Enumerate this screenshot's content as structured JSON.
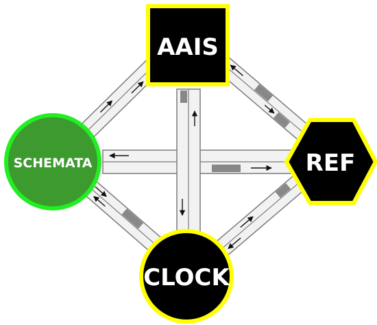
{
  "diagram": {
    "nodes": {
      "aais": {
        "label": "AAIS",
        "shape": "square",
        "fill": "#000000",
        "stroke": "#ffff00"
      },
      "ref": {
        "label": "REF",
        "shape": "hexagon",
        "fill": "#000000",
        "stroke": "#ffff00"
      },
      "schemata": {
        "label": "SCHEMATA",
        "shape": "circle",
        "fill": "#3c9a2f",
        "stroke": "#22ee22"
      },
      "clock": {
        "label": "CLOCK",
        "shape": "circle",
        "fill": "#000000",
        "stroke": "#ffff00"
      }
    },
    "edges": [
      {
        "from": "schemata",
        "to": "aais",
        "style": "double-track-channel"
      },
      {
        "from": "aais",
        "to": "ref",
        "style": "double-track-channel"
      },
      {
        "from": "schemata",
        "to": "ref",
        "style": "double-track-channel"
      },
      {
        "from": "aais",
        "to": "clock",
        "style": "double-track-channel"
      },
      {
        "from": "schemata",
        "to": "clock",
        "style": "double-track-channel"
      },
      {
        "from": "clock",
        "to": "ref",
        "style": "double-track-channel"
      }
    ],
    "colors": {
      "channel_fill": "#f2f2f2",
      "channel_stroke": "#7a7a7a",
      "packet": "#888888",
      "arrow": "#111111"
    }
  }
}
